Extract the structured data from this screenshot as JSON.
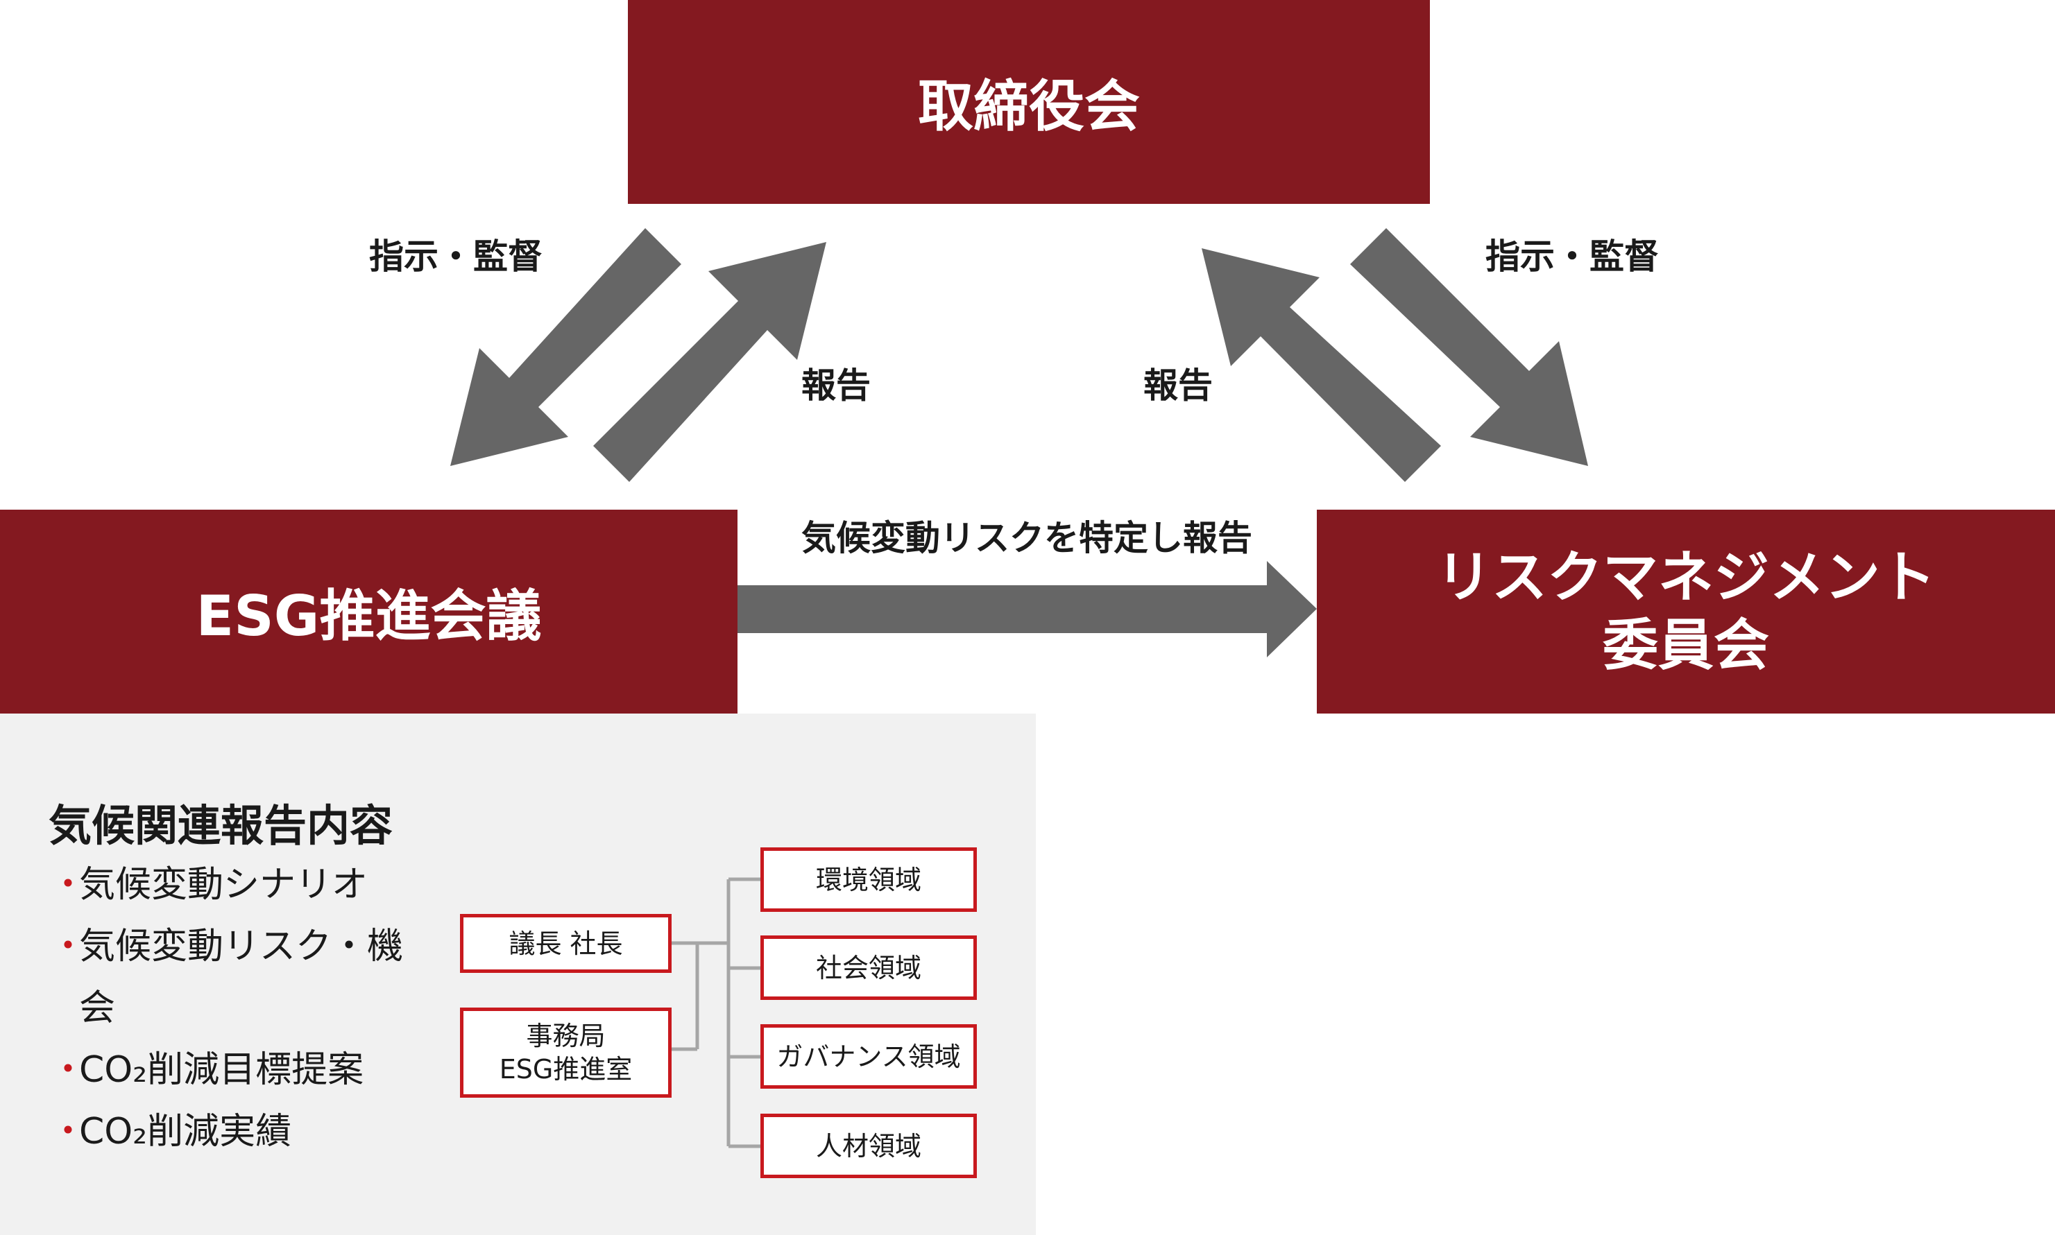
{
  "diagram": {
    "board": "取締役会",
    "esg_council": "ESG推進会議",
    "risk_committee": [
      "リスクマネジメント",
      "委員会"
    ],
    "left_down_label": "指示・監督",
    "left_up_label": "報告",
    "right_up_label": "報告",
    "right_down_label": "指示・監督",
    "horizontal_label": "気候変動リスクを特定し報告"
  },
  "panel": {
    "title": "気候関連報告内容",
    "bullet_mark": "・",
    "items": [
      "気候変動シナリオ",
      "気候変動リスク・機会",
      "CO₂削減目標提案",
      "CO₂削減実績"
    ]
  },
  "org": {
    "chair": "議長 社長",
    "secretariat": [
      "事務局",
      "ESG推進室"
    ],
    "domains": [
      "環境領域",
      "社会領域",
      "ガバナンス領域",
      "人材領域"
    ]
  },
  "colors": {
    "box_fill": "#841920",
    "arrow": "#666666",
    "panel_bg": "#f1f1f1",
    "accent_red": "#c8191e",
    "connector": "#a6a6a6"
  }
}
